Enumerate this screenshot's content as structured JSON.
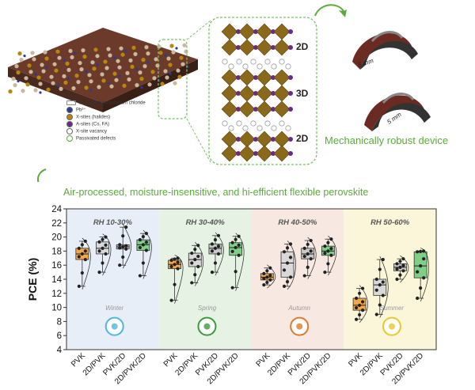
{
  "top": {
    "legend": [
      {
        "label": "2-phenethylammonium chloride",
        "icon": "molecule-icon"
      },
      {
        "label": "Pb²⁺",
        "color": "#2a3a9a",
        "icon": "dot-icon"
      },
      {
        "label": "X-sites (halides)",
        "color": "#b8860b",
        "icon": "dot-icon"
      },
      {
        "label": "A-sites (Cs, FA)",
        "color": "#6a2a8a",
        "icon": "dot-icon"
      },
      {
        "label": "X-site vacancy",
        "color": "#ffffff",
        "icon": "dot-icon"
      },
      {
        "label": "Passivated defects",
        "color": "#5aab3c",
        "icon": "ring-icon"
      }
    ],
    "stack_labels": [
      "2D",
      "3D",
      "2D"
    ],
    "device_labels": [
      "5 mm",
      "5 mm"
    ],
    "mechanical_label": "Mechanically robust device",
    "air_label": "Air-processed, moisture-insensitive, and hi-efficient flexible perovskite"
  },
  "chart_data": {
    "type": "box",
    "ylabel": "PCE (%)",
    "ylim": [
      4,
      24
    ],
    "yticks": [
      4,
      6,
      8,
      10,
      12,
      14,
      16,
      18,
      20,
      22,
      24
    ],
    "categories": [
      "PVK",
      "2D/PVK",
      "PVK/2D",
      "2D/PVK/2D"
    ],
    "groups": [
      {
        "rh": "RH 10-30%",
        "season": "Winter",
        "bg": "#e8eef8",
        "season_color": "#4fb5e0",
        "icon": "snowflake-icon",
        "boxes": [
          {
            "min": 13.0,
            "q1": 16.8,
            "median": 17.6,
            "q3": 18.4,
            "max": 19.4
          },
          {
            "min": 15.0,
            "q1": 17.6,
            "median": 18.4,
            "q3": 19.3,
            "max": 20.0
          },
          {
            "min": 16.0,
            "q1": 18.3,
            "median": 18.6,
            "q3": 18.9,
            "max": 21.4
          },
          {
            "min": 14.5,
            "q1": 18.1,
            "median": 18.9,
            "q3": 19.6,
            "max": 20.5
          }
        ]
      },
      {
        "rh": "RH 30-40%",
        "season": "Spring",
        "bg": "#e6f2e4",
        "season_color": "#3e9a3a",
        "icon": "leaf-icon",
        "boxes": [
          {
            "min": 11.0,
            "q1": 15.5,
            "median": 16.1,
            "q3": 16.7,
            "max": 17.0
          },
          {
            "min": 13.5,
            "q1": 15.8,
            "median": 16.8,
            "q3": 17.7,
            "max": 18.8
          },
          {
            "min": 15.0,
            "q1": 17.6,
            "median": 18.4,
            "q3": 19.0,
            "max": 20.2
          },
          {
            "min": 12.8,
            "q1": 17.4,
            "median": 18.5,
            "q3": 19.2,
            "max": 20.1
          }
        ]
      },
      {
        "rh": "RH 40-50%",
        "season": "Autumn",
        "bg": "#f7e8e2",
        "season_color": "#e07a2a",
        "icon": "maple-leaf-icon",
        "boxes": [
          {
            "min": 13.2,
            "q1": 13.9,
            "median": 14.3,
            "q3": 14.8,
            "max": 15.6
          },
          {
            "min": 13.0,
            "q1": 14.3,
            "median": 16.3,
            "q3": 17.9,
            "max": 19.0
          },
          {
            "min": 14.5,
            "q1": 16.9,
            "median": 17.6,
            "q3": 18.4,
            "max": 19.5
          },
          {
            "min": 15.0,
            "q1": 17.4,
            "median": 18.0,
            "q3": 18.7,
            "max": 19.7
          }
        ]
      },
      {
        "rh": "RH 50-60%",
        "season": "Summer",
        "bg": "#fbf5da",
        "season_color": "#e8c82a",
        "icon": "sun-icon",
        "boxes": [
          {
            "min": 8.3,
            "q1": 9.6,
            "median": 10.3,
            "q3": 11.3,
            "max": 12.7
          },
          {
            "min": 9.0,
            "q1": 11.7,
            "median": 13.2,
            "q3": 14.0,
            "max": 16.8
          },
          {
            "min": 14.0,
            "q1": 15.2,
            "median": 15.7,
            "q3": 16.2,
            "max": 16.9
          },
          {
            "min": 11.3,
            "q1": 14.2,
            "median": 15.9,
            "q3": 17.9,
            "max": 18.0
          }
        ]
      }
    ],
    "box_colors": [
      "#f5a64a",
      "#d9d9d9",
      "#c8c8c8",
      "#7fcf86"
    ]
  }
}
